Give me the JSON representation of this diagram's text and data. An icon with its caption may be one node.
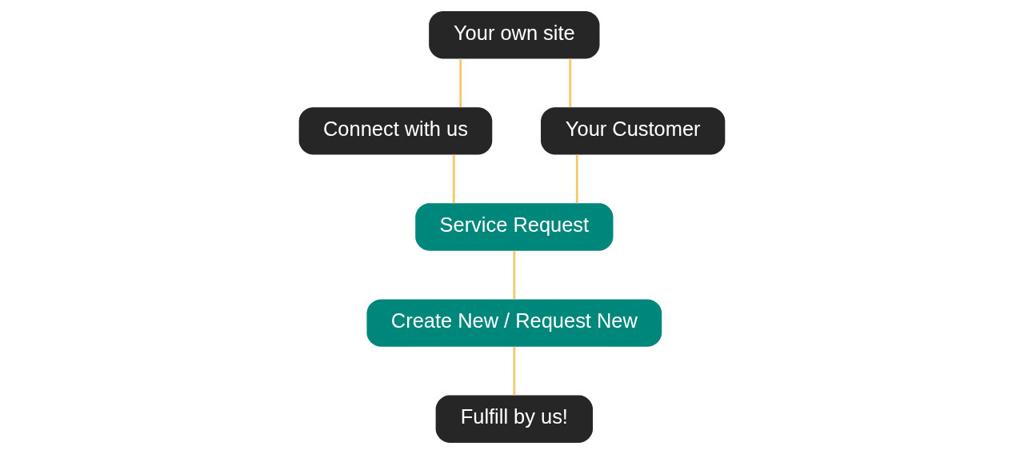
{
  "diagram": {
    "nodes": [
      {
        "text": [
          "Your own site"
        ]
      },
      {
        "text": [
          "Connect with us"
        ]
      },
      {
        "text": [
          "Your Customer"
        ]
      },
      {
        "text": [
          "Fulfill by us!"
        ]
      },
      {
        "text": [
          "Service Request"
        ]
      },
      {
        "text": [
          "Create New / Request New"
        ]
      }
    ],
    "edges": [
      {
        "from": 0,
        "to": 1,
        "arrow": "none"
      },
      {
        "from": 0,
        "to": 2,
        "arrow": "none"
      },
      {
        "from": 1,
        "to": 4,
        "arrow": "none"
      },
      {
        "from": 2,
        "to": 4,
        "arrow": "none"
      },
      {
        "from": 4,
        "to": 5,
        "arrow": "none"
      },
      {
        "from": 5,
        "to": 3,
        "arrow": "none"
      }
    ]
  }
}
